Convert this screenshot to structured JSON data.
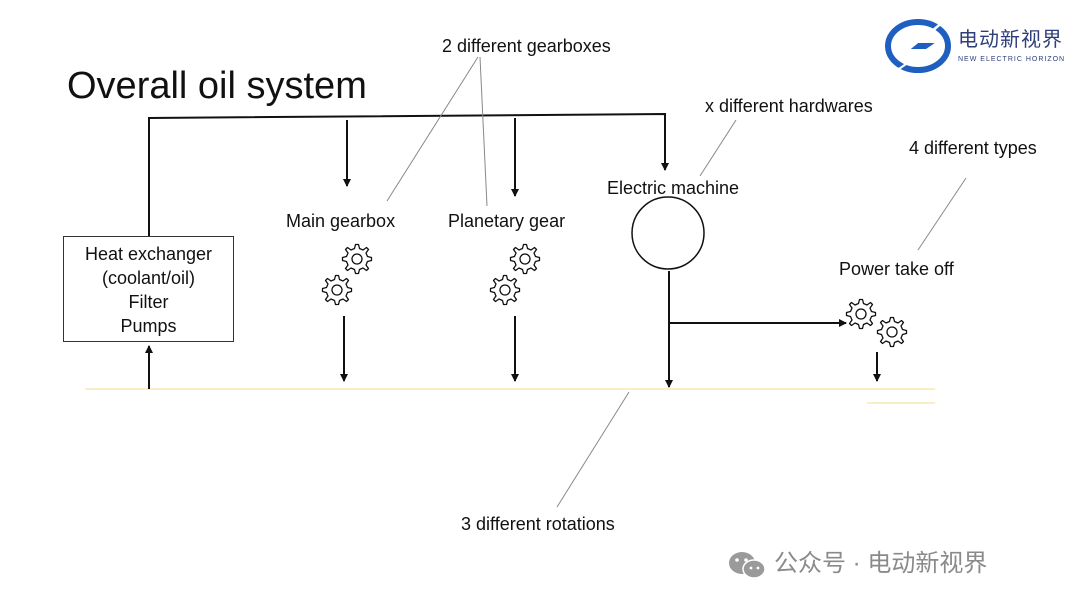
{
  "title": "Overall oil system",
  "heat_exchanger": {
    "lines": [
      "Heat exchanger",
      "(coolant/oil)",
      "Filter",
      "Pumps"
    ]
  },
  "components": {
    "main_gearbox": "Main gearbox",
    "planetary_gear": "Planetary gear",
    "electric_machine": "Electric machine",
    "power_take_off": "Power take off"
  },
  "annotations": {
    "gearboxes": "2 different gearboxes",
    "hardwares": "x different hardwares",
    "types": "4 different types",
    "rotations": "3 different rotations"
  },
  "logo": {
    "name_cn": "电动新视界",
    "name_en": "NEW ELECTRIC HORIZON"
  },
  "footer": {
    "text": "公众号 · 电动新视界"
  },
  "colors": {
    "line": "#111111",
    "sump_line": "#f3e4a6",
    "leader_line": "#888888",
    "logo_blue": "#1f5fbf",
    "logo_text": "#2f3e7a",
    "footer_text": "#8a8a8a"
  },
  "icons": [
    "gear-icon",
    "wechat-icon",
    "lightning-logo-icon"
  ]
}
